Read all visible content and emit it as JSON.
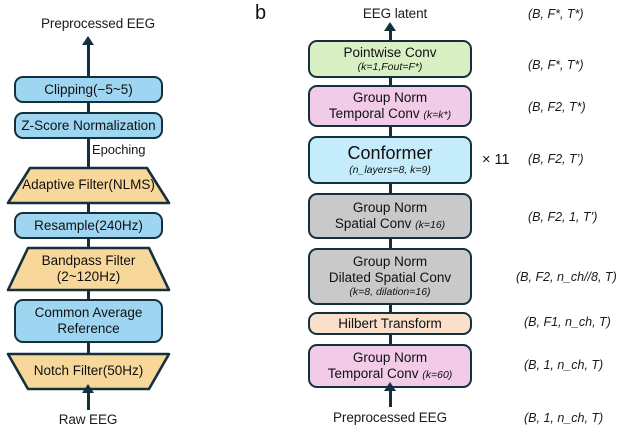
{
  "figure": {
    "panel_b_letter": "b"
  },
  "colors": {
    "blue": "#9ed6f2",
    "orange": "#f8d79a",
    "green": "#d9efc4",
    "pink": "#f2cbe8",
    "cyan": "#c4ecfa",
    "gray": "#c9c9c9",
    "peach": "#fae0cb",
    "stroke": "#14303f"
  },
  "panel_a": {
    "top_label": "Preprocessed EEG",
    "bottom_label": "Raw EEG",
    "epoching_label": "Epoching",
    "blocks": [
      {
        "shape": "rounded",
        "color": "blue",
        "line1": "Clipping(−5~5)",
        "line2": "",
        "sub": ""
      },
      {
        "shape": "rounded",
        "color": "blue",
        "line1": "Z-Score Normalization",
        "line2": "",
        "sub": ""
      },
      {
        "shape": "trap-up",
        "color": "orange",
        "line1": "Adaptive Filter(NLMS)",
        "line2": "",
        "sub": ""
      },
      {
        "shape": "rounded",
        "color": "blue",
        "line1": "Resample(240Hz)",
        "line2": "",
        "sub": ""
      },
      {
        "shape": "trap-up",
        "color": "orange",
        "line1": "Bandpass Filter",
        "line2": "(2~120Hz)",
        "sub": ""
      },
      {
        "shape": "rounded",
        "color": "blue",
        "line1": "Common Average",
        "line2": "Reference",
        "sub": ""
      },
      {
        "shape": "trap-dn",
        "color": "orange",
        "line1": "Notch Filter(50Hz)",
        "line2": "",
        "sub": ""
      }
    ]
  },
  "panel_b": {
    "top_label": "EEG latent",
    "bottom_label": "Preprocessed EEG",
    "repeat_note": "× 11",
    "blocks": [
      {
        "color": "green",
        "line1": "Pointwise Conv",
        "line2": "",
        "sub": "(k=1,Fout=F*)",
        "dim": "(B, F*, T*)"
      },
      {
        "color": "pink",
        "line1": "Group Norm",
        "line2": "Temporal Conv ",
        "inline_sub": "(k=k*)",
        "dim": "(B, F2, T*)"
      },
      {
        "color": "cyan",
        "line1": "Conformer",
        "line2": "",
        "sub": "(n_layers=8, k=9)",
        "dim": "(B, F2, T’)",
        "big": true
      },
      {
        "color": "gray",
        "line1": "Group Norm",
        "line2": "Spatial Conv ",
        "inline_sub": "(k=16)",
        "dim": "(B, F2, 1, T’)"
      },
      {
        "color": "gray",
        "line1": "Group Norm",
        "line2": "Dilated Spatial Conv",
        "sub": "(k=8, dilation=16)",
        "dim": "(B, F2, n_ch//8, T)"
      },
      {
        "color": "peach",
        "line1": "Hilbert Transform",
        "line2": "",
        "sub": "",
        "dim": "(B, F1, n_ch, T)"
      },
      {
        "color": "pink",
        "line1": "Group Norm",
        "line2": "Temporal Conv ",
        "inline_sub": "(k=60)",
        "dim": "(B, 1, n_ch, T)"
      }
    ],
    "top_dim": "(B, F*, T*)",
    "bottom_dim": "(B, 1, n_ch, T)"
  }
}
